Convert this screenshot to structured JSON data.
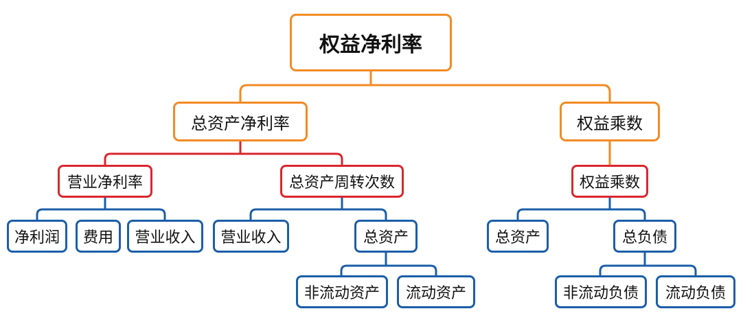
{
  "colors": {
    "orange": "#F28A24",
    "red": "#D9262E",
    "blue": "#1B5EA8"
  },
  "root": {
    "label": "权益净利率"
  },
  "level1": {
    "total_asset_margin": "总资产净利率",
    "equity_multiplier": "权益乘数"
  },
  "level2": {
    "operating_net_margin": "营业净利率",
    "total_asset_turnover": "总资产周转次数",
    "equity_multiplier_sub": "权益乘数"
  },
  "level3": {
    "net_profit": "净利润",
    "expenses": "费用",
    "revenue_a": "营业收入",
    "revenue_b": "营业收入",
    "total_assets_a": "总资产",
    "total_assets_b": "总资产",
    "total_liabilities": "总负债"
  },
  "level4": {
    "non_current_assets": "非流动资产",
    "current_assets": "流动资产",
    "non_current_liabilities": "非流动负债",
    "current_liabilities": "流动负债"
  }
}
